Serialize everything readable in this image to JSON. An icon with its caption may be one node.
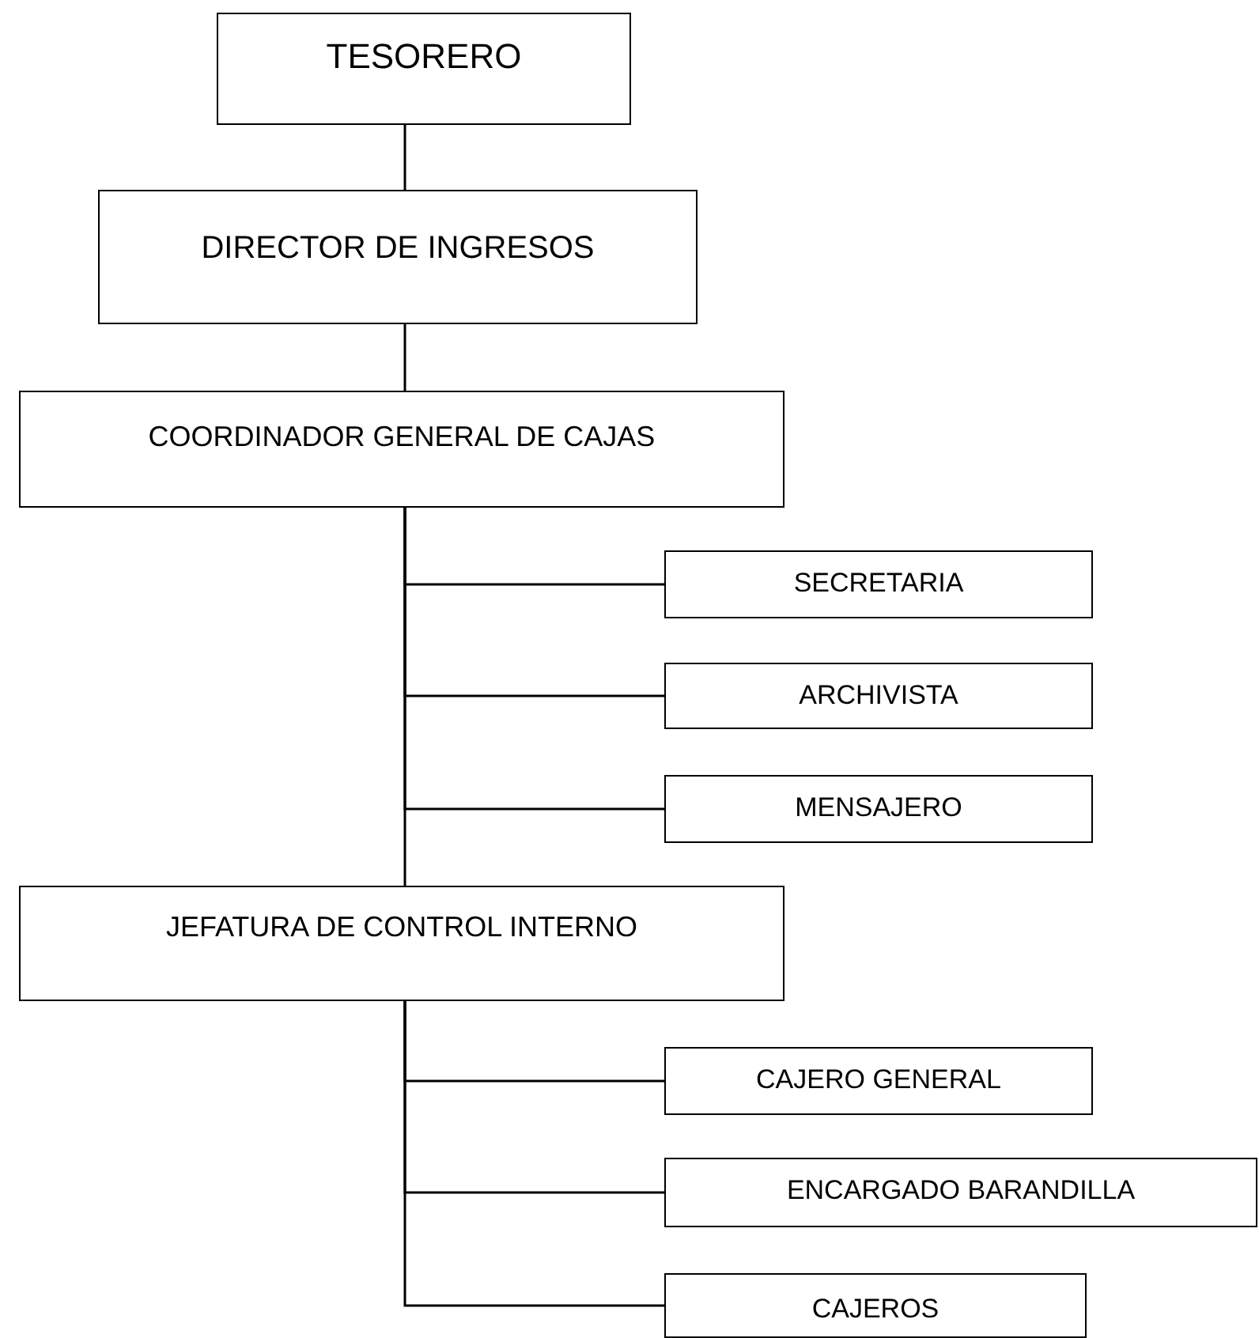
{
  "diagram": {
    "nodes": [
      {
        "text": [
          "TESORERO"
        ]
      },
      {
        "text": [
          "DIRECTOR DE INGRESOS"
        ]
      },
      {
        "text": [
          "COORDINADOR GENERAL DE CAJAS"
        ]
      },
      {
        "text": [
          "SECRETARIA"
        ]
      },
      {
        "text": [
          "ARCHIVISTA"
        ]
      },
      {
        "text": [
          "MENSAJERO"
        ]
      },
      {
        "text": [
          "JEFATURA DE CONTROL INTERNO"
        ]
      },
      {
        "text": [
          "CAJERO GENERAL"
        ]
      },
      {
        "text": [
          "ENCARGADO BARANDILLA"
        ]
      },
      {
        "text": [
          "CAJEROS"
        ]
      }
    ],
    "edges": [
      {
        "from": 0,
        "to": 1,
        "arrow": "none"
      },
      {
        "from": 1,
        "to": 2,
        "arrow": "none"
      },
      {
        "from": 2,
        "to": 3,
        "arrow": "none"
      },
      {
        "from": 2,
        "to": 4,
        "arrow": "none"
      },
      {
        "from": 2,
        "to": 5,
        "arrow": "none"
      },
      {
        "from": 2,
        "to": 6,
        "arrow": "none"
      },
      {
        "from": 6,
        "to": 7,
        "arrow": "none"
      },
      {
        "from": 6,
        "to": 8,
        "arrow": "none"
      },
      {
        "from": 6,
        "to": 9,
        "arrow": "none"
      }
    ]
  }
}
